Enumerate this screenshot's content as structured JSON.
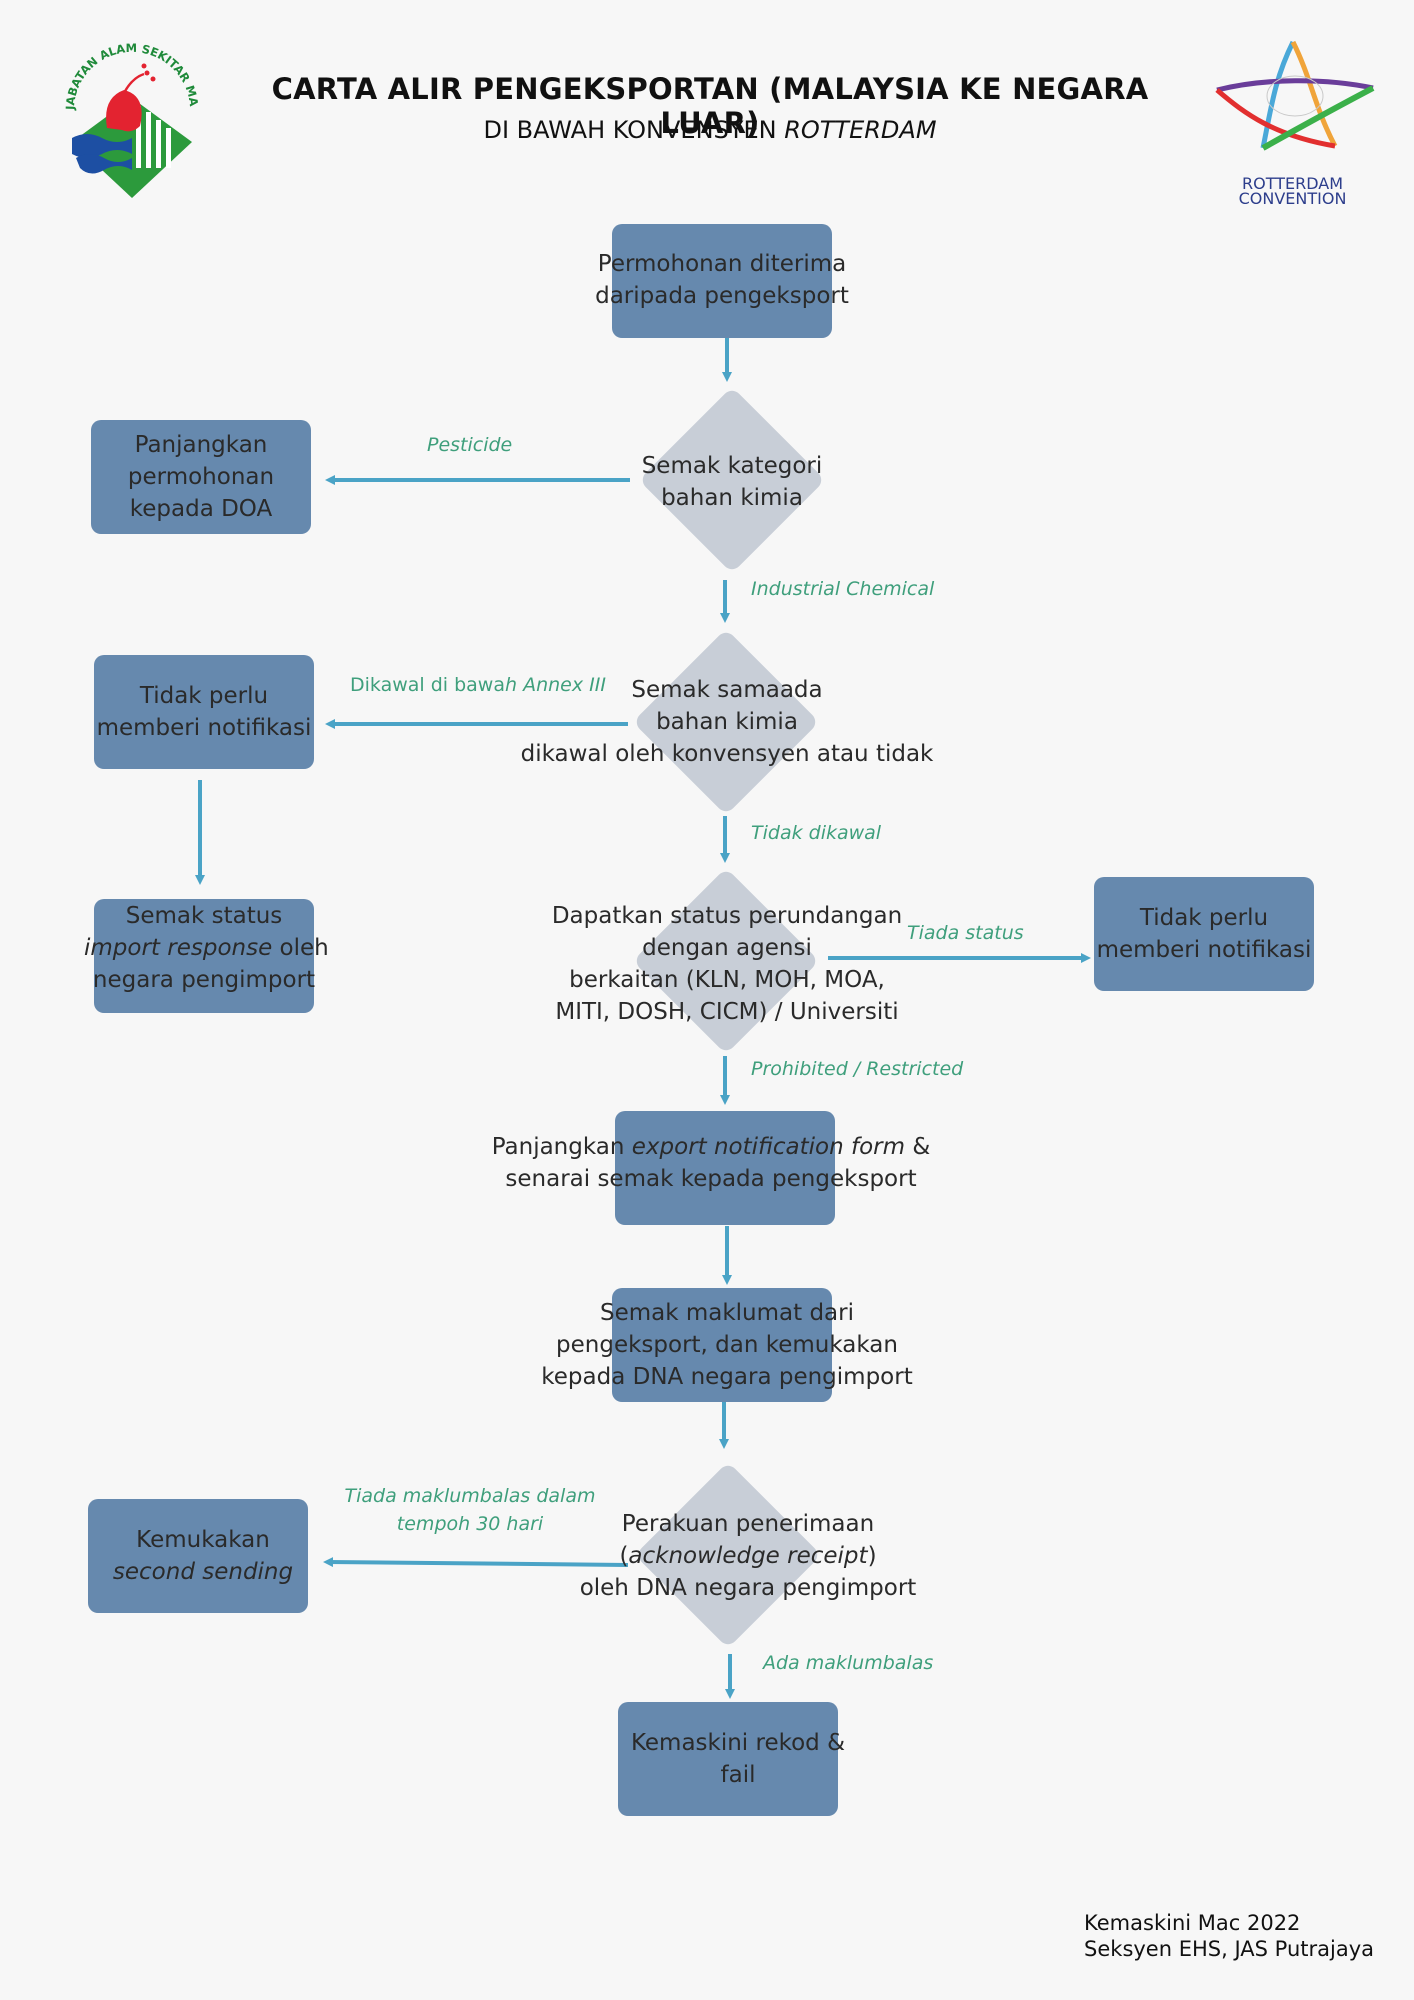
{
  "header": {
    "title": "CARTA ALIR PENGEKSPORTAN (MALAYSIA KE NEGARA LUAR)",
    "subtitle_prefix": "DI BAWAH KONVENSYEN ",
    "subtitle_emph": "ROTTERDAM"
  },
  "logos": {
    "jas_ring_text": "JABATAN ALAM SEKITAR MALAYSIA",
    "rotterdam_line1": "ROTTERDAM",
    "rotterdam_line2": "CONVENTION"
  },
  "nodes": {
    "start": [
      "Permohonan diterima",
      "daripada pengeksport"
    ],
    "check_category": [
      "Semak kategori",
      "bahan kimia"
    ],
    "doa": [
      "Panjangkan",
      "permohonan",
      "kepada DOA"
    ],
    "check_controlled": [
      "Semak samaada",
      "bahan kimia",
      "dikawal oleh konvensyen atau tidak"
    ],
    "no_notify_left": [
      "Tidak perlu",
      "memberi notifikasi"
    ],
    "import_response": {
      "line1": "Semak status",
      "line2_emph": "import response",
      "line2_rest": " oleh",
      "line3": "negara pengimport"
    },
    "get_status": [
      "Dapatkan status perundangan",
      "dengan agensi",
      "berkaitan (KLN, MOH, MOA,",
      "MITI, DOSH, CICM) / Universiti"
    ],
    "no_notify_right": [
      "Tidak perlu",
      "memberi notifikasi"
    ],
    "export_form": {
      "line1_a": "Panjangkan ",
      "line1_emph": "export notification form",
      "line1_b": " &",
      "line2": "senarai semak kepada pengeksport"
    },
    "check_info": [
      "Semak maklumat dari",
      "pengeksport, dan kemukakan",
      "kepada DNA negara pengimport"
    ],
    "second_sending": {
      "line1": "Kemukakan",
      "line2_emph": "second sending"
    },
    "acknowledge": {
      "line1": "Perakuan penerimaan",
      "line2_a": "(",
      "line2_emph": "acknowledge receipt",
      "line2_b": ")",
      "line3": "oleh DNA negara pengimport"
    },
    "update": [
      "Kemaskini rekod &",
      "fail"
    ]
  },
  "edges": {
    "pesticide": "Pesticide",
    "industrial": "Industrial Chemical",
    "annex_a": "Dikawal di bawa",
    "annex_b": "h Annex III",
    "tidak_dikawal": "Tidak dikawal",
    "tiada_status": "Tiada status",
    "prohibited": "Prohibited / Restricted",
    "no_feedback_1": "Tiada maklumbalas dalam",
    "no_feedback_2": "tempoh 30 hari",
    "ada_maklumbalas": "Ada maklumbalas"
  },
  "footer": {
    "line1": "Kemaskini Mac 2022",
    "line2": "Seksyen EHS, JAS Putrajaya"
  },
  "colors": {
    "box": "#6689ae",
    "diamond": "#c8ced7",
    "arrow": "#4aa3c6",
    "edge_label": "#3f9f7c"
  }
}
